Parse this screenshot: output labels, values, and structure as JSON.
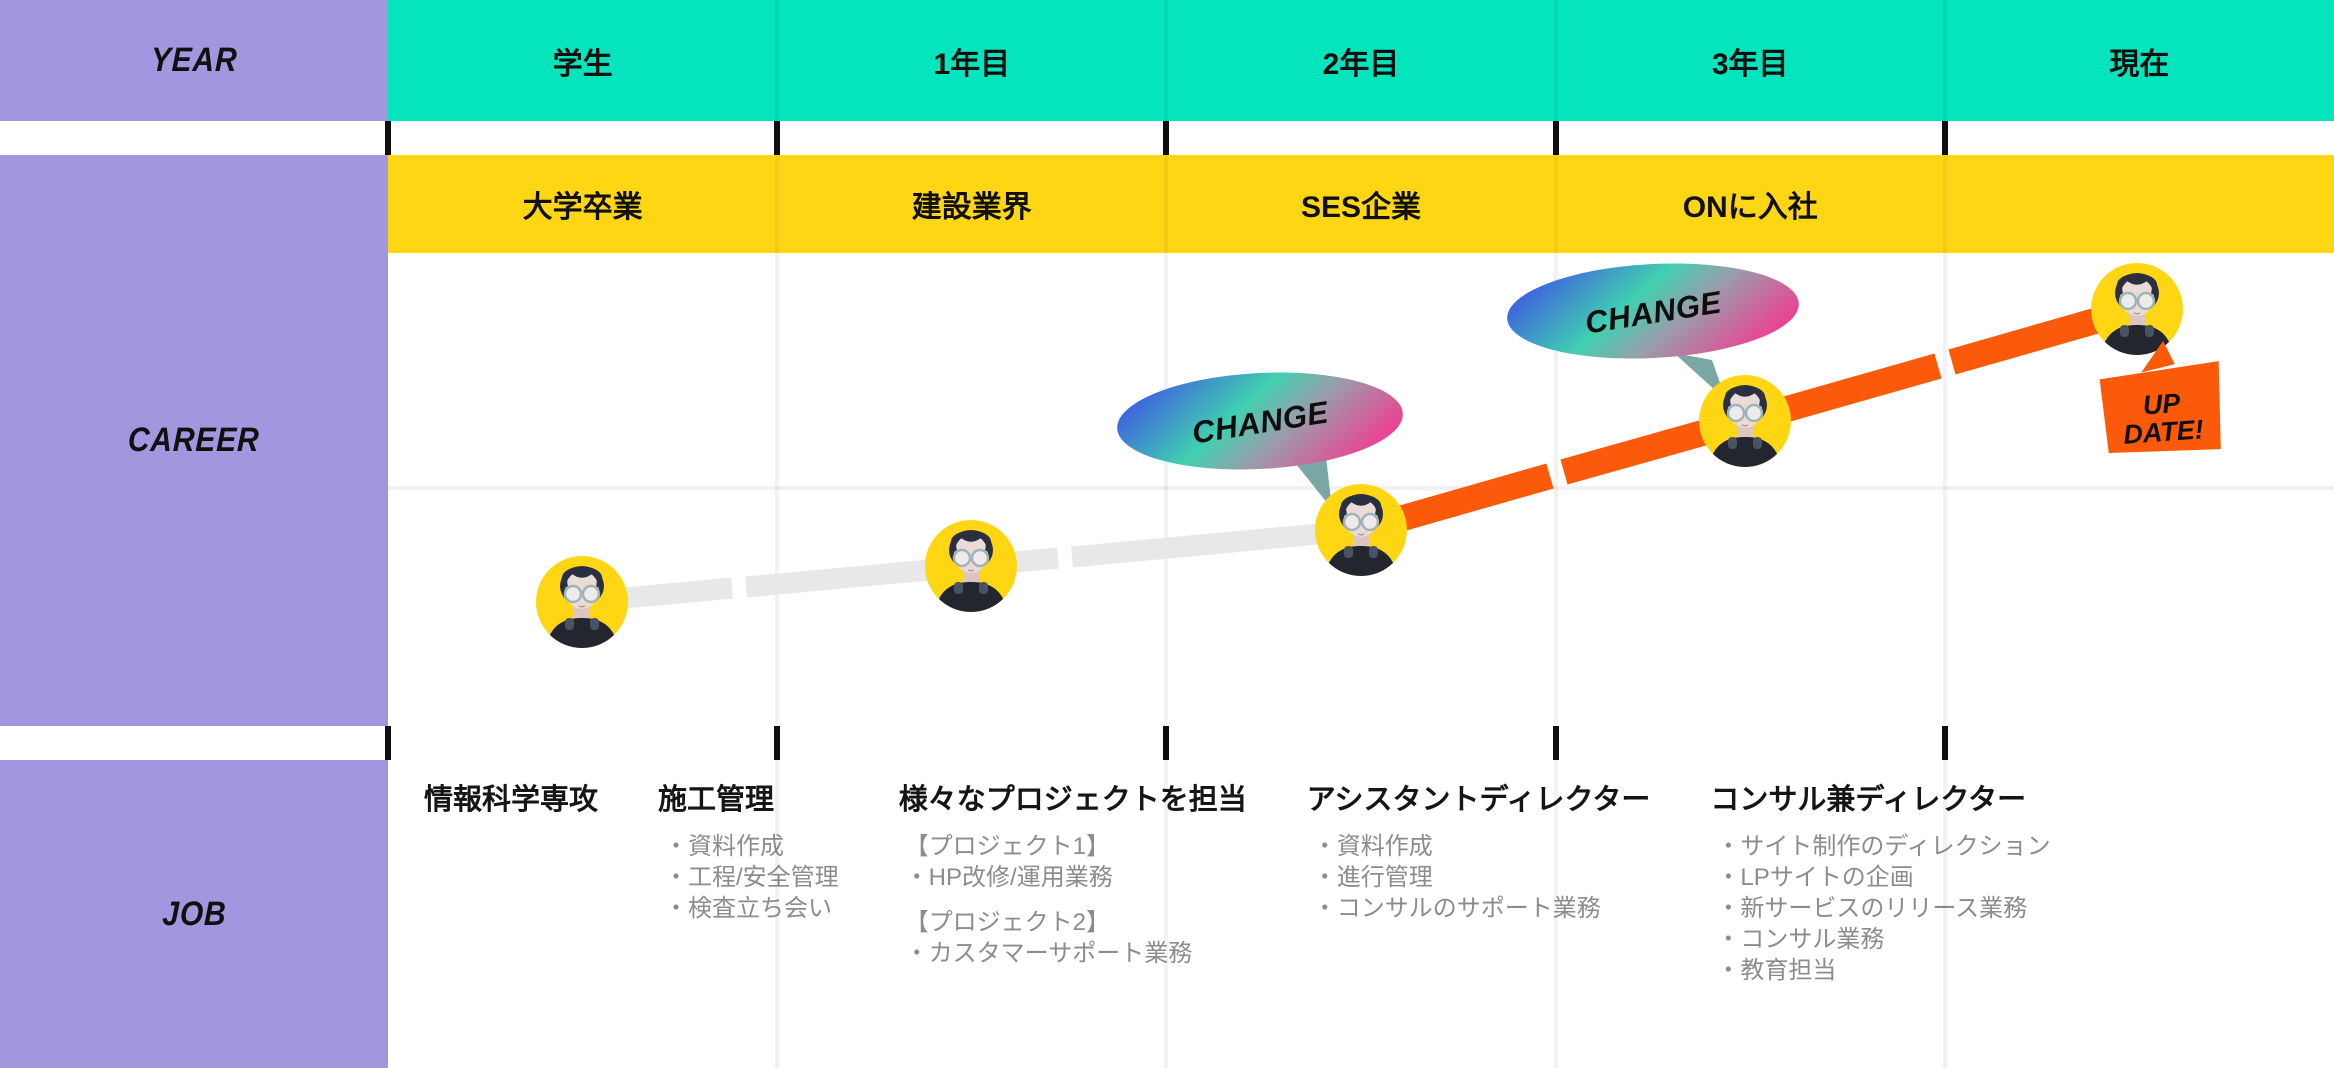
{
  "sidebar": {
    "year_label": "YEAR",
    "career_label": "CAREER",
    "job_label": "JOB"
  },
  "columns": [
    {
      "year": "学生",
      "milestone": "大学卒業",
      "job_title": "情報科学専攻",
      "job_items": []
    },
    {
      "year": "1年目",
      "milestone": "建設業界",
      "job_title": "施工管理",
      "job_items": [
        "・資料作成",
        "・工程/安全管理",
        "・検査立ち会い"
      ]
    },
    {
      "year": "2年目",
      "milestone": "SES企業",
      "job_title": "様々なプロジェクトを担当",
      "job_items": [
        "【プロジェクト1】",
        "・HP改修/運用業務",
        "【プロジェクト2】",
        "・カスタマーサポート業務"
      ]
    },
    {
      "year": "3年目",
      "milestone": "ONに入社",
      "job_title": "アシスタントディレクター",
      "job_items": [
        "・資料作成",
        "・進行管理",
        "・コンサルのサポート業務"
      ]
    },
    {
      "year": "現在",
      "milestone": "",
      "job_title": "コンサル兼ディレクター",
      "job_items": [
        "・サイト制作のディレクション",
        "・LPサイトの企画",
        "・新サービスのリリース業務",
        "・コンサル業務",
        "・教育担当"
      ]
    }
  ],
  "chart": {
    "change_label": "CHANGE",
    "update_line1": "UP",
    "update_line2": "DATE!"
  },
  "colors": {
    "sidebar_purple": "#A296DE",
    "header_teal": "#04E5BD",
    "milestone_yellow": "#FFD614",
    "line_gray": "#E8E8E8",
    "line_orange": "#FB5A0B",
    "bubble_blue": "#3E5BE1",
    "bubble_green": "#41D0B0",
    "bubble_pink": "#EF3E92",
    "bubble_tail_teal": "#79A7A3",
    "avatar_yellow": "#FFD614",
    "job_text_gray": "#8C8C8C"
  }
}
